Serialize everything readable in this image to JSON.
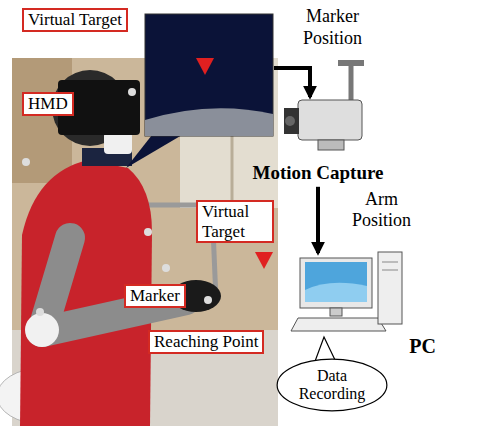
{
  "diagram": {
    "nodes": [
      {
        "text": [
          "Virtual Target"
        ]
      },
      {
        "text": [
          "HMD"
        ]
      },
      {
        "text": [
          "Virtual Target"
        ]
      },
      {
        "text": [
          "Marker"
        ]
      },
      {
        "text": [
          "Reaching Point"
        ]
      },
      {
        "text": [
          "Motion Capture"
        ]
      },
      {
        "text": [
          "PC"
        ]
      },
      {
        "text": [
          "Data Recording"
        ]
      }
    ],
    "edges": [
      {
        "from": 5,
        "to": 6,
        "arrow": "to",
        "label": "Arm Position"
      }
    ],
    "labels": [
      "Marker Position"
    ]
  }
}
